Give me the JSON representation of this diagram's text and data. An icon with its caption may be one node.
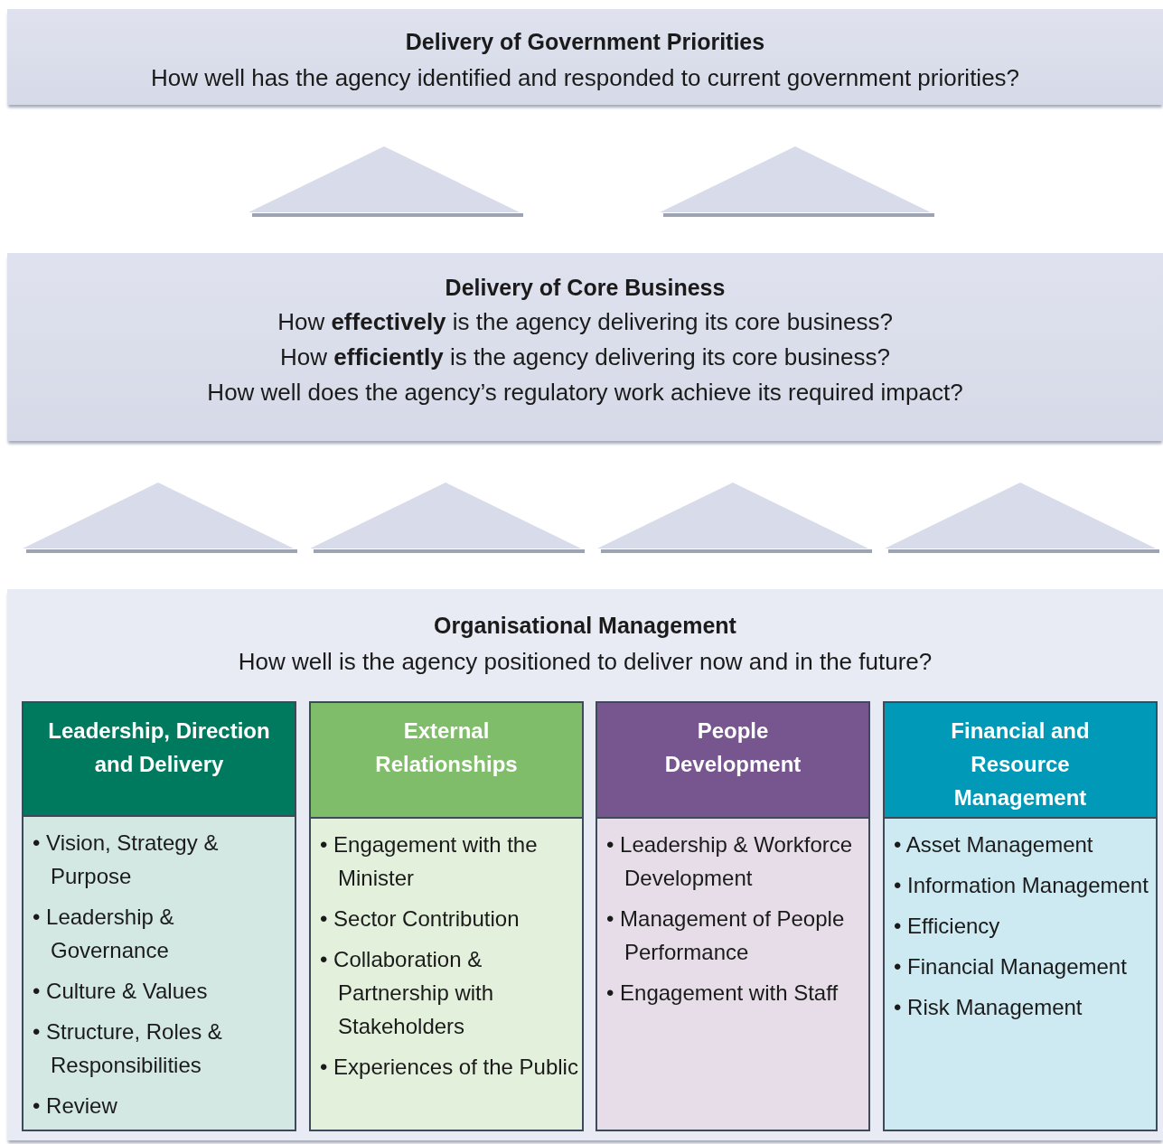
{
  "diagram": {
    "nodes": [
      {
        "text": [
          "Delivery of Government Priorities",
          "How well has the agency identified and responded to current government priorities?"
        ]
      },
      {
        "text": [
          "Delivery of Core Business",
          "How **effectively** is the agency delivering its core business?",
          "How **efficiently** is the agency delivering its core business?",
          "How well does the agency’s regulatory work achieve its required impact?"
        ]
      },
      {
        "text": [
          "Organisational Management",
          "How well is the agency positioned to deliver now and in the future?"
        ]
      },
      {
        "text": [
          "Leadership, Direction and Delivery",
          "• Vision, Strategy & Purpose",
          "• Leadership & Governance",
          "• Culture & Values",
          "• Structure, Roles & Responsibilities",
          "• Review"
        ],
        "in": 2
      },
      {
        "text": [
          "External Relationships",
          "• Engagement with the Minister",
          "• Sector Contribution",
          "• Collaboration & Partnership with Stakeholders",
          "• Experiences of the Public"
        ],
        "in": 2
      },
      {
        "text": [
          "People Development",
          "• Leadership & Workforce Development",
          "• Management of People Performance",
          "• Engagement with Staff"
        ],
        "in": 2
      },
      {
        "text": [
          "Financial and Resource Management",
          "• Asset Management",
          "• Information Management",
          "• Efficiency",
          "• Financial Management",
          "• Risk Management"
        ],
        "in": 2
      }
    ],
    "edges": [
      {
        "from": 2,
        "to": 1,
        "arrow": "to"
      },
      {
        "from": 2,
        "to": 1,
        "arrow": "to"
      },
      {
        "from": 2,
        "to": 1,
        "arrow": "to"
      },
      {
        "from": 2,
        "to": 1,
        "arrow": "to"
      },
      {
        "from": 1,
        "to": 0,
        "arrow": "to"
      },
      {
        "from": 1,
        "to": 0,
        "arrow": "to"
      }
    ]
  }
}
